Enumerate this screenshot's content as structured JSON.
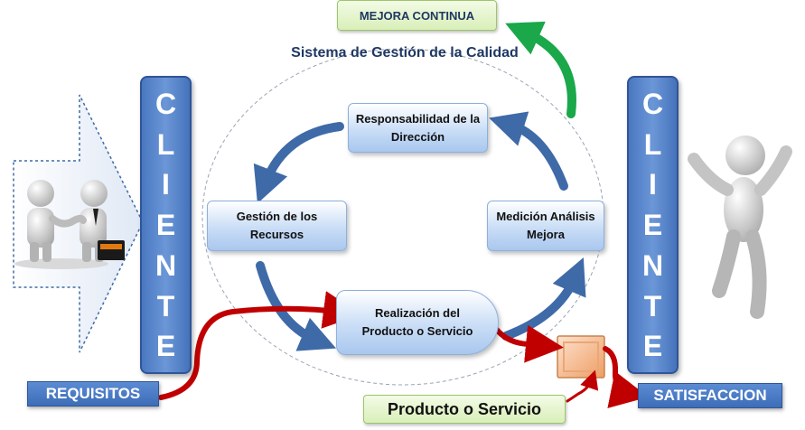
{
  "diagram": {
    "top_box": "MEJORA CONTINUA",
    "title": "Sistema de Gestión de la Calidad",
    "left_pillar": [
      "C",
      "L",
      "I",
      "E",
      "N",
      "T",
      "E"
    ],
    "right_pillar": [
      "C",
      "L",
      "I",
      "E",
      "N",
      "T",
      "E"
    ],
    "process_responsabilidad": "Responsabilidad de la Dirección",
    "process_recursos": "Gestión de los Recursos",
    "process_medicion": "Medición Análisis Mejora",
    "process_realizacion": "Realización del Producto o Servicio",
    "requisitos_label": "REQUISITOS",
    "satisfaccion_label": "SATISFACCION",
    "producto_label": "Producto o Servicio"
  },
  "colors": {
    "navy": "#1f3864",
    "pillar_blue": "#4a78c0",
    "cycle_arrow": "#3f6aa8",
    "red_arrow": "#c00000",
    "green_arrow": "#1aa84a",
    "product_box": "#f6b98d"
  }
}
